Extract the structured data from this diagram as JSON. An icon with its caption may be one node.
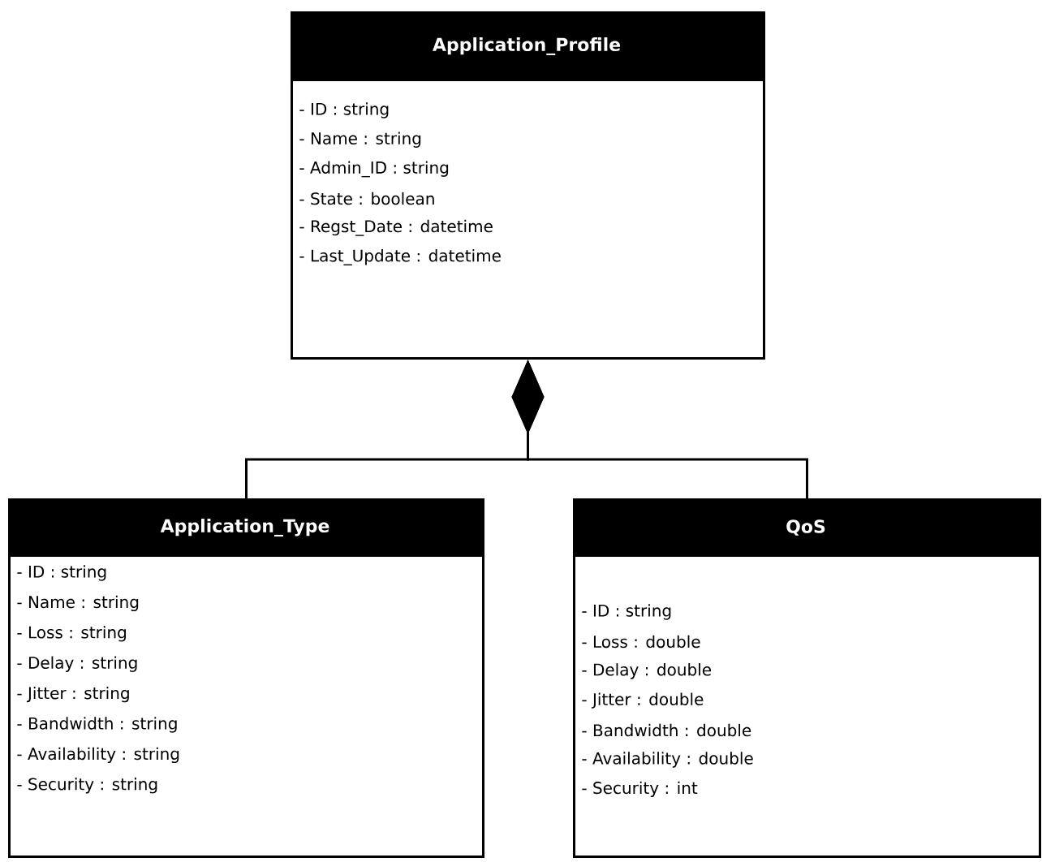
{
  "diagram": {
    "nodes": [
      {
        "text": [
          "Application_Profile",
          "- ID : string",
          "- Name : string",
          "- Admin_ID : string",
          "- State : boolean",
          "- Regst_Date : datetime",
          "- Last_Update : datetime"
        ]
      },
      {
        "text": [
          "Application_Type",
          "- ID : string",
          "- Name : string",
          "- Loss : string",
          "- Delay : string",
          "- Jitter : string",
          "- Bandwidth : string",
          "- Availability : string",
          "- Security : string"
        ]
      },
      {
        "text": [
          "QoS",
          "- ID : string",
          "- Loss : double",
          "- Delay : double",
          "- Jitter : double",
          "- Bandwidth : double",
          "- Availability : double",
          "- Security : int"
        ]
      }
    ],
    "edges": [
      {
        "from": 1,
        "to": 0,
        "arrow": "other"
      },
      {
        "from": 2,
        "to": 0,
        "arrow": "other"
      }
    ]
  }
}
